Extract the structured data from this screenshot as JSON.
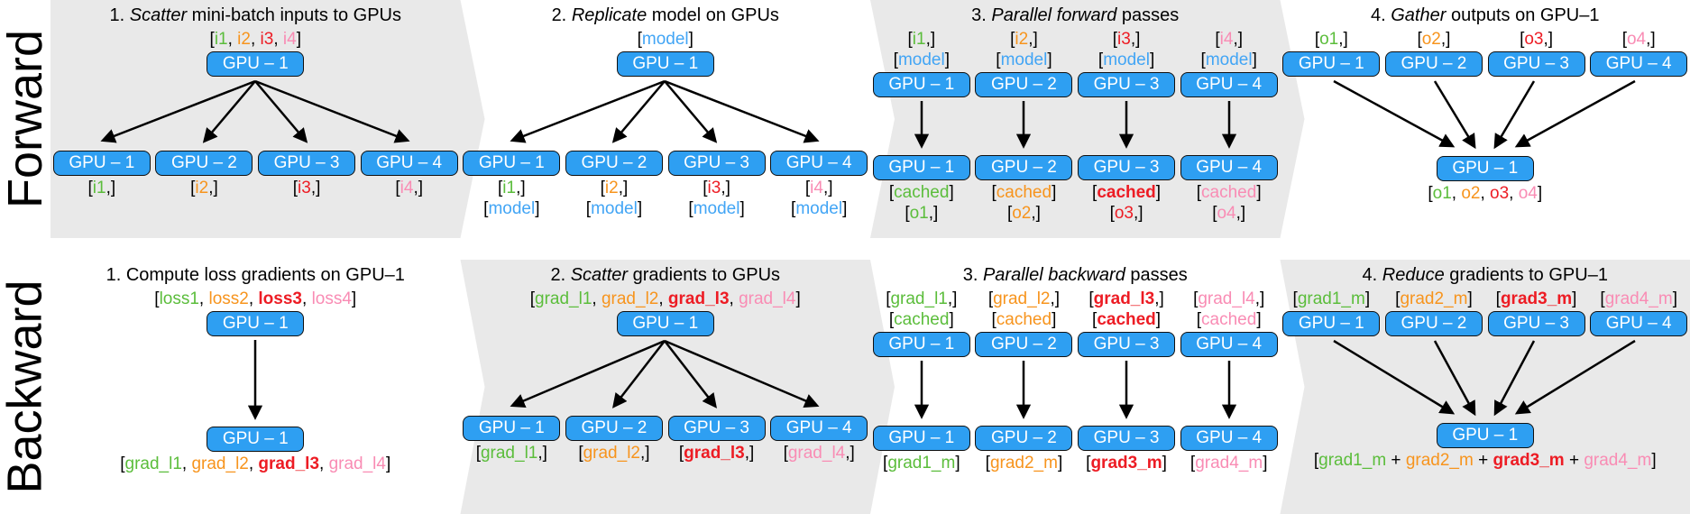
{
  "palette": {
    "green": "#5BBD3B",
    "orange": "#F7941D",
    "red": "#ED1C24",
    "pink": "#F98CB4",
    "blue": "#42A5F5",
    "box_blue": "#2E9FF2",
    "panel_gray": "#E9E9E9"
  },
  "forward": {
    "side_label": "Forward",
    "p1": {
      "title": [
        {
          "t": "1. "
        },
        {
          "t": "Scatter",
          "i": true
        },
        {
          "t": " mini-batch inputs to GPUs"
        }
      ],
      "top_label": [
        {
          "t": "["
        },
        {
          "t": "i1",
          "c": "green"
        },
        {
          "t": ", "
        },
        {
          "t": "i2",
          "c": "orange"
        },
        {
          "t": ", "
        },
        {
          "t": "i3",
          "c": "red"
        },
        {
          "t": ", "
        },
        {
          "t": "i4",
          "c": "pink"
        },
        {
          "t": "]"
        }
      ],
      "top_box": "GPU – 1",
      "boxes": [
        "GPU – 1",
        "GPU – 2",
        "GPU – 3",
        "GPU – 4"
      ],
      "labels": [
        [
          {
            "t": "["
          },
          {
            "t": "i1",
            "c": "green"
          },
          {
            "t": ",]"
          }
        ],
        [
          {
            "t": "["
          },
          {
            "t": "i2",
            "c": "orange"
          },
          {
            "t": ",]"
          }
        ],
        [
          {
            "t": "["
          },
          {
            "t": "i3",
            "c": "red"
          },
          {
            "t": ",]"
          }
        ],
        [
          {
            "t": "["
          },
          {
            "t": "i4",
            "c": "pink"
          },
          {
            "t": ",]"
          }
        ]
      ]
    },
    "p2": {
      "title": [
        {
          "t": "2. "
        },
        {
          "t": "Replicate",
          "i": true
        },
        {
          "t": " model on GPUs"
        }
      ],
      "top_label": [
        {
          "t": "["
        },
        {
          "t": "model",
          "c": "blue"
        },
        {
          "t": "]"
        }
      ],
      "top_box": "GPU – 1",
      "boxes": [
        "GPU – 1",
        "GPU – 2",
        "GPU – 3",
        "GPU – 4"
      ],
      "labels_line1": [
        [
          {
            "t": "["
          },
          {
            "t": "i1",
            "c": "green"
          },
          {
            "t": ",]"
          }
        ],
        [
          {
            "t": "["
          },
          {
            "t": "i2",
            "c": "orange"
          },
          {
            "t": ",]"
          }
        ],
        [
          {
            "t": "["
          },
          {
            "t": "i3",
            "c": "red"
          },
          {
            "t": ",]"
          }
        ],
        [
          {
            "t": "["
          },
          {
            "t": "i4",
            "c": "pink"
          },
          {
            "t": ",]"
          }
        ]
      ],
      "labels_line2": [
        [
          {
            "t": "["
          },
          {
            "t": "model",
            "c": "blue"
          },
          {
            "t": "]"
          }
        ],
        [
          {
            "t": "["
          },
          {
            "t": "model",
            "c": "blue"
          },
          {
            "t": "]"
          }
        ],
        [
          {
            "t": "["
          },
          {
            "t": "model",
            "c": "blue"
          },
          {
            "t": "]"
          }
        ],
        [
          {
            "t": "["
          },
          {
            "t": "model",
            "c": "blue"
          },
          {
            "t": "]"
          }
        ]
      ]
    },
    "p3": {
      "title": [
        {
          "t": "3. "
        },
        {
          "t": "Parallel forward",
          "i": true
        },
        {
          "t": " passes"
        }
      ],
      "top1": [
        [
          {
            "t": "["
          },
          {
            "t": "i1",
            "c": "green"
          },
          {
            "t": ",]"
          }
        ],
        [
          {
            "t": "["
          },
          {
            "t": "i2",
            "c": "orange"
          },
          {
            "t": ",]"
          }
        ],
        [
          {
            "t": "["
          },
          {
            "t": "i3",
            "c": "red"
          },
          {
            "t": ",]"
          }
        ],
        [
          {
            "t": "["
          },
          {
            "t": "i4",
            "c": "pink"
          },
          {
            "t": ",]"
          }
        ]
      ],
      "top2": [
        [
          {
            "t": "["
          },
          {
            "t": "model",
            "c": "blue"
          },
          {
            "t": "]"
          }
        ],
        [
          {
            "t": "["
          },
          {
            "t": "model",
            "c": "blue"
          },
          {
            "t": "]"
          }
        ],
        [
          {
            "t": "["
          },
          {
            "t": "model",
            "c": "blue"
          },
          {
            "t": "]"
          }
        ],
        [
          {
            "t": "["
          },
          {
            "t": "model",
            "c": "blue"
          },
          {
            "t": "]"
          }
        ]
      ],
      "boxes_top": [
        "GPU – 1",
        "GPU – 2",
        "GPU – 3",
        "GPU – 4"
      ],
      "boxes_bot": [
        "GPU – 1",
        "GPU – 2",
        "GPU – 3",
        "GPU – 4"
      ],
      "bot1": [
        [
          {
            "t": "["
          },
          {
            "t": "cached",
            "c": "green"
          },
          {
            "t": "]"
          }
        ],
        [
          {
            "t": "["
          },
          {
            "t": "cached",
            "c": "orange"
          },
          {
            "t": "]"
          }
        ],
        [
          {
            "t": "["
          },
          {
            "t": "cached",
            "c": "red",
            "b": true
          },
          {
            "t": "]"
          }
        ],
        [
          {
            "t": "["
          },
          {
            "t": "cached",
            "c": "pink"
          },
          {
            "t": "]"
          }
        ]
      ],
      "bot2": [
        [
          {
            "t": "["
          },
          {
            "t": "o1",
            "c": "green"
          },
          {
            "t": ",]"
          }
        ],
        [
          {
            "t": "["
          },
          {
            "t": "o2",
            "c": "orange"
          },
          {
            "t": ",]"
          }
        ],
        [
          {
            "t": "["
          },
          {
            "t": "o3",
            "c": "red"
          },
          {
            "t": ",]"
          }
        ],
        [
          {
            "t": "["
          },
          {
            "t": "o4",
            "c": "pink"
          },
          {
            "t": ",]"
          }
        ]
      ]
    },
    "p4": {
      "title": [
        {
          "t": "4. "
        },
        {
          "t": "Gather",
          "i": true
        },
        {
          "t": " outputs on GPU–1"
        }
      ],
      "tops": [
        [
          {
            "t": "["
          },
          {
            "t": "o1",
            "c": "green"
          },
          {
            "t": ",]"
          }
        ],
        [
          {
            "t": "["
          },
          {
            "t": "o2",
            "c": "orange"
          },
          {
            "t": ",]"
          }
        ],
        [
          {
            "t": "["
          },
          {
            "t": "o3",
            "c": "red"
          },
          {
            "t": ",]"
          }
        ],
        [
          {
            "t": "["
          },
          {
            "t": "o4",
            "c": "pink"
          },
          {
            "t": ",]"
          }
        ]
      ],
      "boxes": [
        "GPU – 1",
        "GPU – 2",
        "GPU – 3",
        "GPU – 4"
      ],
      "bottom_box": "GPU – 1",
      "bottom_label": [
        {
          "t": "["
        },
        {
          "t": "o1",
          "c": "green"
        },
        {
          "t": ", "
        },
        {
          "t": "o2",
          "c": "orange"
        },
        {
          "t": ", "
        },
        {
          "t": "o3",
          "c": "red"
        },
        {
          "t": ", "
        },
        {
          "t": "o4",
          "c": "pink"
        },
        {
          "t": "]"
        }
      ]
    }
  },
  "backward": {
    "side_label": "Backward",
    "p1": {
      "title": [
        {
          "t": "1. Compute loss gradients on GPU–1"
        }
      ],
      "top_label": [
        {
          "t": "["
        },
        {
          "t": "loss1",
          "c": "green"
        },
        {
          "t": ", "
        },
        {
          "t": "loss2",
          "c": "orange"
        },
        {
          "t": ", "
        },
        {
          "t": "loss3",
          "c": "red",
          "b": true
        },
        {
          "t": ", "
        },
        {
          "t": "loss4",
          "c": "pink"
        },
        {
          "t": "]"
        }
      ],
      "top_box": "GPU – 1",
      "bottom_box": "GPU – 1",
      "bottom_label": [
        {
          "t": "["
        },
        {
          "t": "grad_l1",
          "c": "green"
        },
        {
          "t": ", "
        },
        {
          "t": "grad_l2",
          "c": "orange"
        },
        {
          "t": ", "
        },
        {
          "t": "grad_l3",
          "c": "red",
          "b": true
        },
        {
          "t": ", "
        },
        {
          "t": "grad_l4",
          "c": "pink"
        },
        {
          "t": "]"
        }
      ]
    },
    "p2": {
      "title": [
        {
          "t": "2. "
        },
        {
          "t": "Scatter",
          "i": true
        },
        {
          "t": " gradients to GPUs"
        }
      ],
      "top_label": [
        {
          "t": "["
        },
        {
          "t": "grad_l1",
          "c": "green"
        },
        {
          "t": ", "
        },
        {
          "t": "grad_l2",
          "c": "orange"
        },
        {
          "t": ", "
        },
        {
          "t": "grad_l3",
          "c": "red",
          "b": true
        },
        {
          "t": ", "
        },
        {
          "t": "grad_l4",
          "c": "pink"
        },
        {
          "t": "]"
        }
      ],
      "top_box": "GPU – 1",
      "boxes": [
        "GPU – 1",
        "GPU – 2",
        "GPU – 3",
        "GPU – 4"
      ],
      "labels": [
        [
          {
            "t": "["
          },
          {
            "t": "grad_l1",
            "c": "green"
          },
          {
            "t": ",]"
          }
        ],
        [
          {
            "t": "["
          },
          {
            "t": "grad_l2",
            "c": "orange"
          },
          {
            "t": ",]"
          }
        ],
        [
          {
            "t": "["
          },
          {
            "t": "grad_l3",
            "c": "red",
            "b": true
          },
          {
            "t": ",]"
          }
        ],
        [
          {
            "t": "["
          },
          {
            "t": "grad_l4",
            "c": "pink"
          },
          {
            "t": ",]"
          }
        ]
      ]
    },
    "p3": {
      "title": [
        {
          "t": "3. "
        },
        {
          "t": "Parallel backward",
          "i": true
        },
        {
          "t": " passes"
        }
      ],
      "top1": [
        [
          {
            "t": "["
          },
          {
            "t": "grad_l1",
            "c": "green"
          },
          {
            "t": ",]"
          }
        ],
        [
          {
            "t": "["
          },
          {
            "t": "grad_l2",
            "c": "orange"
          },
          {
            "t": ",]"
          }
        ],
        [
          {
            "t": "["
          },
          {
            "t": "grad_l3",
            "c": "red",
            "b": true
          },
          {
            "t": ",]"
          }
        ],
        [
          {
            "t": "["
          },
          {
            "t": "grad_l4",
            "c": "pink"
          },
          {
            "t": ",]"
          }
        ]
      ],
      "top2": [
        [
          {
            "t": "["
          },
          {
            "t": "cached",
            "c": "green"
          },
          {
            "t": "]"
          }
        ],
        [
          {
            "t": "["
          },
          {
            "t": "cached",
            "c": "orange"
          },
          {
            "t": "]"
          }
        ],
        [
          {
            "t": "["
          },
          {
            "t": "cached",
            "c": "red",
            "b": true
          },
          {
            "t": "]"
          }
        ],
        [
          {
            "t": "["
          },
          {
            "t": "cached",
            "c": "pink"
          },
          {
            "t": "]"
          }
        ]
      ],
      "boxes_top": [
        "GPU – 1",
        "GPU – 2",
        "GPU – 3",
        "GPU – 4"
      ],
      "boxes_bot": [
        "GPU – 1",
        "GPU – 2",
        "GPU – 3",
        "GPU – 4"
      ],
      "bot": [
        [
          {
            "t": "["
          },
          {
            "t": "grad1_m",
            "c": "green"
          },
          {
            "t": "]"
          }
        ],
        [
          {
            "t": "["
          },
          {
            "t": "grad2_m",
            "c": "orange"
          },
          {
            "t": "]"
          }
        ],
        [
          {
            "t": "["
          },
          {
            "t": "grad3_m",
            "c": "red",
            "b": true
          },
          {
            "t": "]"
          }
        ],
        [
          {
            "t": "["
          },
          {
            "t": "grad4_m",
            "c": "pink"
          },
          {
            "t": "]"
          }
        ]
      ]
    },
    "p4": {
      "title": [
        {
          "t": "4. "
        },
        {
          "t": "Reduce",
          "i": true
        },
        {
          "t": " gradients to GPU–1"
        }
      ],
      "tops": [
        [
          {
            "t": "["
          },
          {
            "t": "grad1_m",
            "c": "green"
          },
          {
            "t": "]"
          }
        ],
        [
          {
            "t": "["
          },
          {
            "t": "grad2_m",
            "c": "orange"
          },
          {
            "t": "]"
          }
        ],
        [
          {
            "t": "["
          },
          {
            "t": "grad3_m",
            "c": "red",
            "b": true
          },
          {
            "t": "]"
          }
        ],
        [
          {
            "t": "["
          },
          {
            "t": "grad4_m",
            "c": "pink"
          },
          {
            "t": "]"
          }
        ]
      ],
      "boxes": [
        "GPU – 1",
        "GPU – 2",
        "GPU – 3",
        "GPU – 4"
      ],
      "bottom_box": "GPU – 1",
      "bottom_label": [
        {
          "t": "["
        },
        {
          "t": "grad1_m",
          "c": "green"
        },
        {
          "t": " + "
        },
        {
          "t": "grad2_m",
          "c": "orange"
        },
        {
          "t": " + "
        },
        {
          "t": "grad3_m",
          "c": "red",
          "b": true
        },
        {
          "t": " + "
        },
        {
          "t": "grad4_m",
          "c": "pink"
        },
        {
          "t": "]"
        }
      ]
    }
  }
}
